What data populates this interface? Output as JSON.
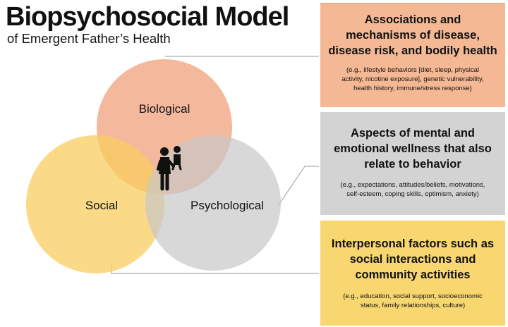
{
  "title": "Biopsychosocial Model",
  "subtitle": "of Emergent Father’s Health",
  "circles": {
    "biological": {
      "label": "Biological",
      "color": "#f0a27c"
    },
    "social": {
      "label": "Social",
      "color": "#f8cd5e"
    },
    "psychological": {
      "label": "Psychological",
      "color": "#c8c8c8"
    }
  },
  "center_icon": "father-holding-child-icon",
  "boxes": [
    {
      "id": "biological",
      "color": "#f4b895",
      "heading": [
        "Associations and",
        "mechanisms of disease,",
        "disease risk, and bodily health"
      ],
      "examples": [
        "(e.g., lifestyle behaviors [diet, sleep, physical",
        "activity, nicotine exposure], genetic vulnerability,",
        "health history, immune/stress response)"
      ]
    },
    {
      "id": "psychological",
      "color": "#d3d3d3",
      "heading": [
        "Aspects of mental and",
        "emotional wellness that also",
        "relate to behavior"
      ],
      "examples": [
        "(e.g., expectations, attitudes/beliefs, motivations,",
        "self-esteem, coping skills, optimism, anxiety)"
      ]
    },
    {
      "id": "social",
      "color": "#f8d670",
      "heading": [
        "Interpersonal factors such as",
        "social interactions and",
        "community activities"
      ],
      "examples": [
        "(e.g., education, social support, socioeconomic",
        "status, family relationships, culture)"
      ]
    }
  ]
}
